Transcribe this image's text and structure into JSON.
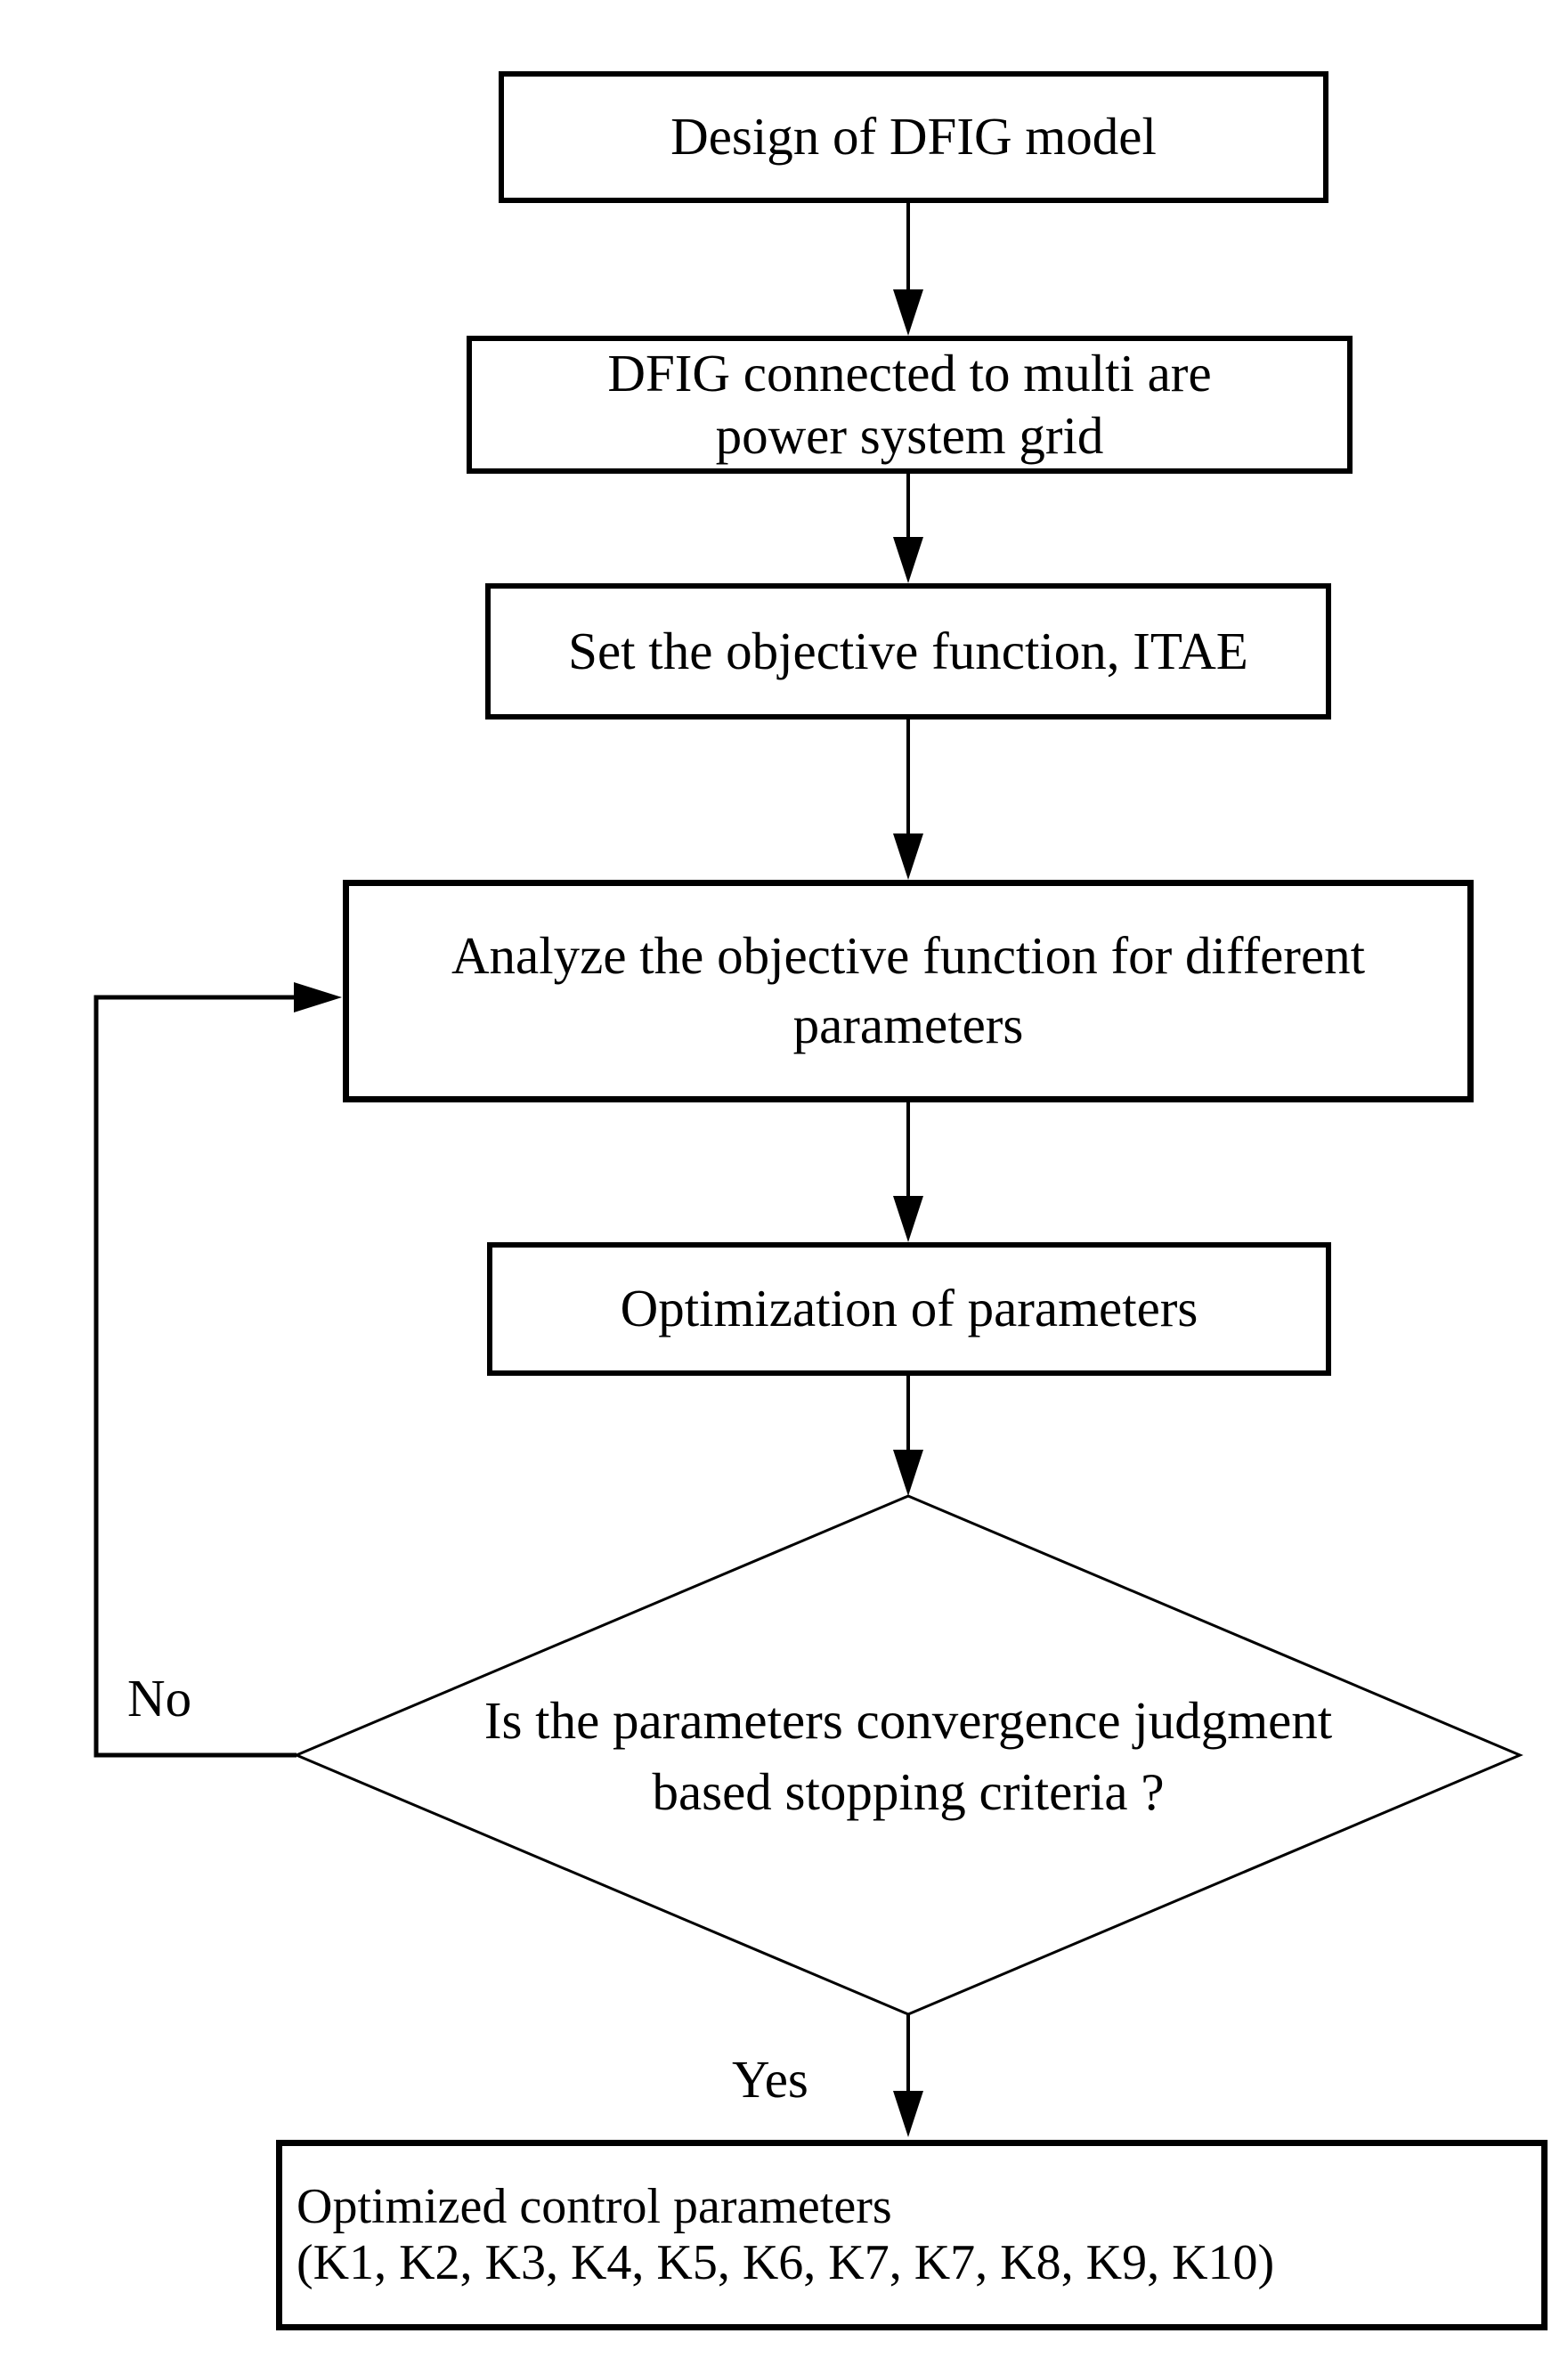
{
  "flowchart": {
    "colors": {
      "background": "#ffffff",
      "stroke": "#000000",
      "text": "#000000"
    },
    "nodes": {
      "design": {
        "label": "Design of DFIG model"
      },
      "grid": {
        "line1": "DFIG connected to multi are",
        "line2": "power system grid"
      },
      "objective": {
        "label": "Set the objective function, ITAE"
      },
      "analyze": {
        "line1": "Analyze the objective function for different",
        "line2": "parameters"
      },
      "optimize": {
        "label": "Optimization of parameters"
      },
      "decision": {
        "line1": "Is the parameters convergence judgment",
        "line2": "based stopping criteria ?"
      },
      "result": {
        "line1": "Optimized control parameters",
        "line2": "(K1, K2, K3, K4, K5, K6, K7, K7, K8, K9, K10)"
      }
    },
    "branch_labels": {
      "no": "No",
      "yes": "Yes"
    }
  }
}
